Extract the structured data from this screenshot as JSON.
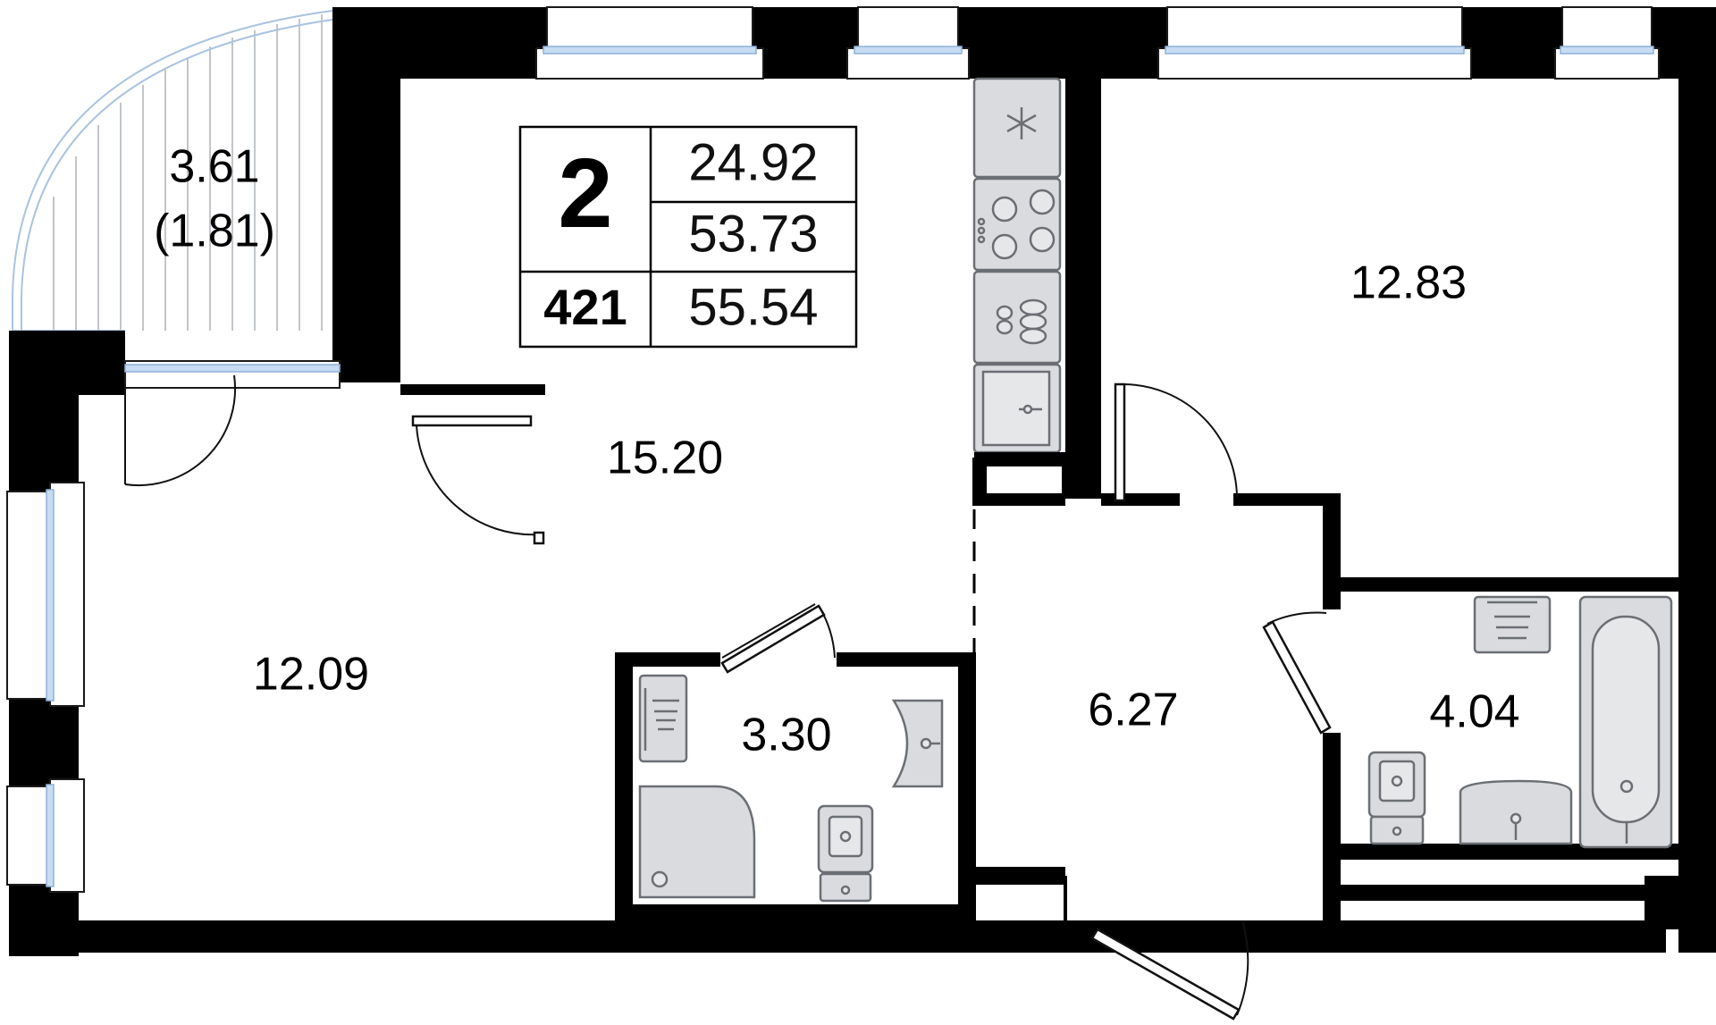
{
  "plan": {
    "rooms_label": "2",
    "living_area": "24.92",
    "total_area": "53.73",
    "apartment_number": "421",
    "total_with_balcony": "55.54"
  },
  "rooms": {
    "balcony": {
      "area": "3.61",
      "reduced_area": "(1.81)"
    },
    "bedroom_left": {
      "area": "12.09"
    },
    "kitchen_living": {
      "area": "15.20"
    },
    "bedroom_right": {
      "area": "12.83"
    },
    "hallway": {
      "area": "6.27"
    },
    "wc": {
      "area": "3.30"
    },
    "bathroom": {
      "area": "4.04"
    }
  },
  "icons": [
    "fridge-icon",
    "stove-icon",
    "sink-icon",
    "toilet-icon",
    "bathtub-icon",
    "shower-icon",
    "washing-machine-icon"
  ],
  "colors": {
    "wall": "#000000",
    "window_glass": "#c7dcf2",
    "fixture": "#d9dbde"
  }
}
